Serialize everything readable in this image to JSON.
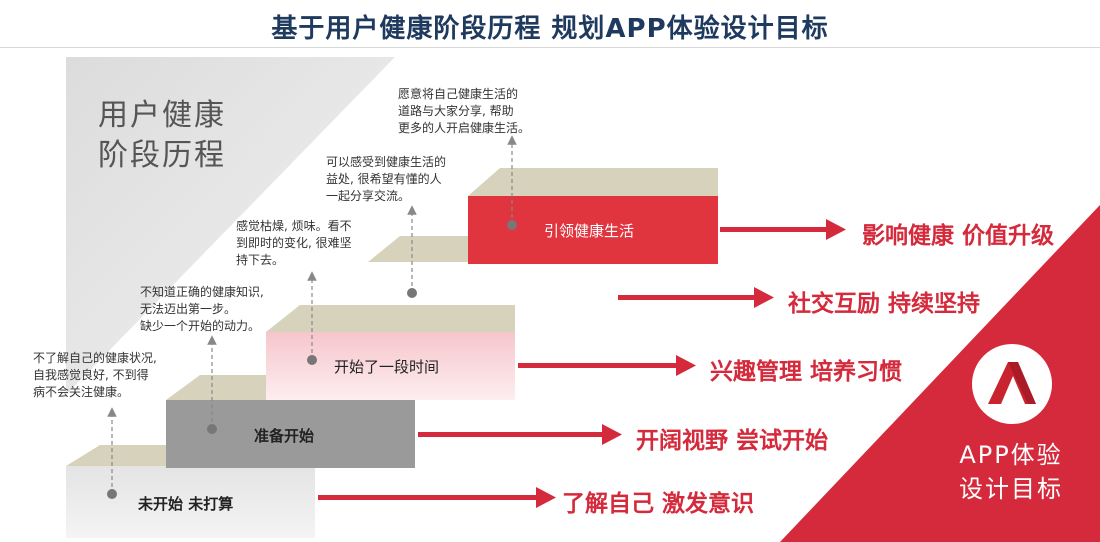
{
  "title": "基于用户健康阶段历程 规划APP体验设计目标",
  "corner_label": {
    "line1": "用户健康",
    "line2": "阶段历程"
  },
  "steps": [
    {
      "label": "未开始 未打算"
    },
    {
      "label": "准备开始"
    },
    {
      "label": "开始了一段时间"
    },
    {
      "label": "引领健康生活"
    }
  ],
  "notes": [
    {
      "line1": "不了解自己的健康状况,",
      "line2": "自我感觉良好, 不到得",
      "line3": "病不会关注健康。"
    },
    {
      "line1": "不知道正确的健康知识,",
      "line2": "无法迈出第一步。",
      "line3": "缺少一个开始的动力。"
    },
    {
      "line1": "感觉枯燥, 烦味。看不",
      "line2": "到即时的变化, 很难坚",
      "line3": "持下去。"
    },
    {
      "line1": "可以感受到健康生活的",
      "line2": "益处, 很希望有懂的人",
      "line3": "一起分享交流。"
    },
    {
      "line1": "愿意将自己健康生活的",
      "line2": "道路与大家分享, 帮助",
      "line3": "更多的人开启健康生活。"
    }
  ],
  "goals": [
    {
      "label": "了解自己 激发意识"
    },
    {
      "label": "开阔视野 尝试开始"
    },
    {
      "label": "兴趣管理 培养习惯"
    },
    {
      "label": "社交互励 持续坚持"
    },
    {
      "label": "影响健康 价值升级"
    }
  ],
  "app_label": {
    "line1": "APP体验",
    "line2": "设计目标"
  },
  "colors": {
    "accent": "#d42a3c",
    "title": "#1f3a5f",
    "step_top": "#d6d2bc",
    "step_gray": "#9a9a9a"
  }
}
